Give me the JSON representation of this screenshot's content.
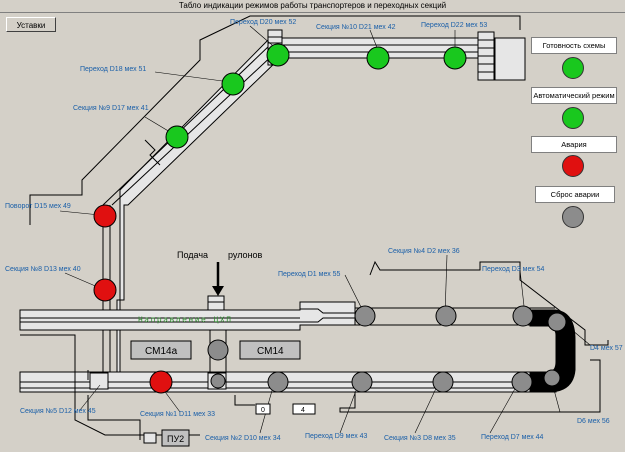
{
  "title": "Табло индикации   режимов  работы транспортеров и переходных секций",
  "buttons": {
    "ustavki": "Уставки"
  },
  "colors": {
    "green": "#19c81e",
    "red": "#e01010",
    "gray": "#8c8c8c",
    "belt": "#e6e6e6",
    "black": "#000000",
    "label": "#1a5fa8"
  },
  "side_panel": {
    "ready": {
      "label": "Готовность схемы",
      "status": "green"
    },
    "auto": {
      "label": "Автоматический режим",
      "status": "green"
    },
    "alarm": {
      "label": "Авария",
      "status": "red"
    },
    "reset": {
      "label": "Сброс аварии",
      "status": "gray"
    }
  },
  "main": {
    "direction": "Направление ЦХП",
    "feed": [
      "Подача",
      "рулонов"
    ],
    "machines": [
      "СМ14а",
      "СМ14",
      "ПУ2"
    ],
    "counters": [
      "0",
      "4"
    ]
  },
  "labels": {
    "d20": "Переход D20 мех 52",
    "d21": "Секция №10  D21 мех 42",
    "d22": "Переход D22 мех 53",
    "d18": "Переход D18 мех 51",
    "d17": "Секция №9  D17 мех 41",
    "d15": "Поворот D15 мех 49",
    "d13": "Секция №8  D13 мех 40",
    "d12": "Секция №5  D12 мех 45",
    "d11": "Секция №1  D11 мех 33",
    "d10": "Секция №2  D10 мех 34",
    "d9": "Переход D9 мех 43",
    "d8": "Секция №3  D8 мех 35",
    "d7": "Переход D7 мех 44",
    "d6": "D6 мех 56",
    "d4": "D4 мех 57",
    "d3": "Переход D3 мех 54",
    "d4sec": "Секция №4  D2 мех 36",
    "d1": "Переход D1 мех 55"
  },
  "lamps": {
    "d20": "green",
    "d21": "green",
    "d22": "green",
    "d18": "green",
    "d17": "green",
    "d15": "red",
    "d13": "red",
    "d11": "red",
    "top_mid": "gray",
    "bot_mid": "gray",
    "u1": "gray",
    "u2": "gray",
    "u3": "gray",
    "u4": "gray",
    "l1": "gray",
    "l2": "gray",
    "l3": "gray",
    "l4": "gray"
  }
}
